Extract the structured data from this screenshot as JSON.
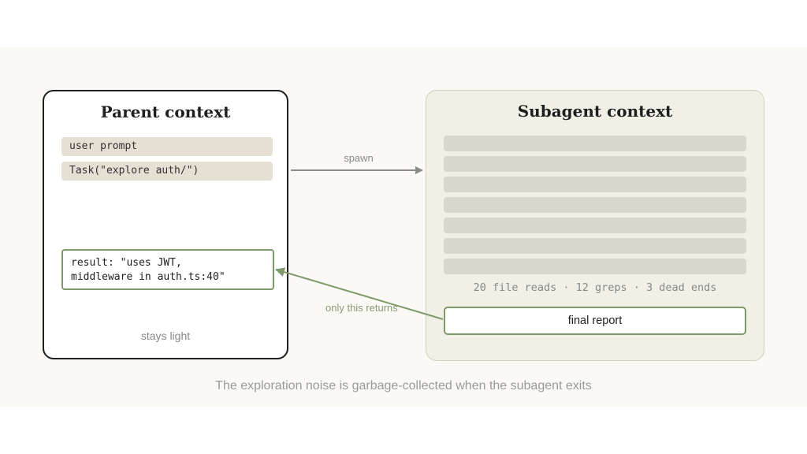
{
  "parent": {
    "title": "Parent context",
    "items": [
      "user prompt",
      "Task(\"explore auth/\")"
    ],
    "result": "result: \"uses JWT,\nmiddleware in auth.ts:40\"",
    "footer": "stays light"
  },
  "subagent": {
    "title": "Subagent context",
    "stats": "20 file reads · 12 greps · 3 dead ends",
    "report": "final report"
  },
  "arrows": {
    "spawn": "spawn",
    "returns": "only this returns"
  },
  "caption": "The exploration noise is garbage-collected when the subagent exits",
  "colors": {
    "accent_green": "#7f9a6a",
    "pill_beige": "#e6dfd3",
    "noise_bar": "#d8d6cd",
    "sub_panel": "#f1f0e6"
  }
}
